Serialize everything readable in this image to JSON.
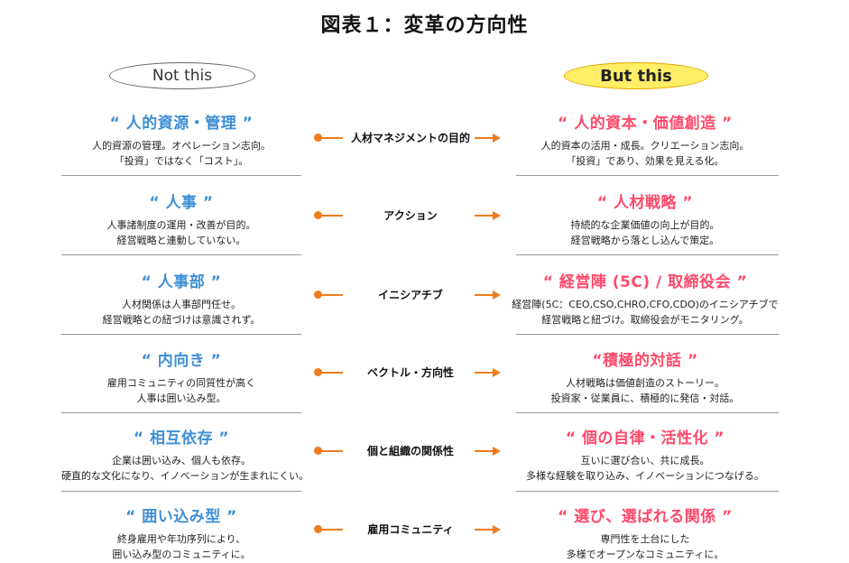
{
  "title": "図表１：変革の方向性",
  "left_header": "Not this",
  "right_header": "But this",
  "rows": [
    {
      "left_title": "“ 人的資源・管理 ”",
      "left_desc": [
        "人的資源の管理。オペレーション志向。",
        "「投資」ではなく「コスト」。"
      ],
      "center": "人材マネジメントの目的",
      "right_title": "“ 人的資本・価値創造 ”",
      "right_desc": [
        "人的資本の活用・成長。クリエーション志向。",
        "「投資」であり、効果を見える化。"
      ]
    },
    {
      "left_title": "“ 人事 ”",
      "left_desc": [
        "人事諸制度の運用・改善が目的。",
        "経営戦略と連動していない。"
      ],
      "center": "アクション",
      "right_title": "“ 人材戦略 ”",
      "right_desc": [
        "持続的な企業価値の向上が目的。",
        "経営戦略から落とし込んで策定。"
      ]
    },
    {
      "left_title": "“ 人事部 ”",
      "left_desc": [
        "人材関係は人事部門任せ。",
        "経営戦略との紐づけは意識されず。"
      ],
      "center": "イニシアチブ",
      "right_title": "“ 経営陣 (5C) / 取締役会 ”",
      "right_desc": [
        "経営陣(5C：CEO,CSO,CHRO,CFO,CDO)のイニシアチブで",
        "経営戦略と紐づけ。取締役会がモニタリング。"
      ]
    },
    {
      "left_title": "“ 内向き ”",
      "left_desc": [
        "雇用コミュニティの同質性が高く",
        "人事は囲い込み型。"
      ],
      "center": "ベクトル・方向性",
      "right_title": "“積極的対話 ”",
      "right_desc": [
        "人材戦略は価値創造のストーリー。",
        "投資家・従業員に、積極的に発信・対話。"
      ]
    },
    {
      "left_title": "“ 相互依存 ”",
      "left_desc": [
        "企業は囲い込み、個人も依存。",
        "硬直的な文化になり、イノベーションが生まれにくい。"
      ],
      "center": "個と組織の関係性",
      "right_title": "“ 個の自律・活性化 ”",
      "right_desc": [
        "互いに選び合い、共に成長。",
        "多様な経験を取り込み、イノベーションにつなげる。"
      ]
    },
    {
      "left_title": "“ 囲い込み型 ”",
      "left_desc": [
        "終身雇用や年功序列により、",
        "囲い込み型のコミュニティに。"
      ],
      "center": "雇用コミュニティ",
      "right_title": "“ 選び、選ばれる関係 ”",
      "right_desc": [
        "専門性を土台にした",
        "多様でオープンなコミュニティに。"
      ]
    }
  ],
  "colors": {
    "left_accent": "#3d8fd6",
    "right_accent": "#ff4a6b",
    "arrow": "#f07c1c",
    "pill_yellow": "#ffee66"
  }
}
